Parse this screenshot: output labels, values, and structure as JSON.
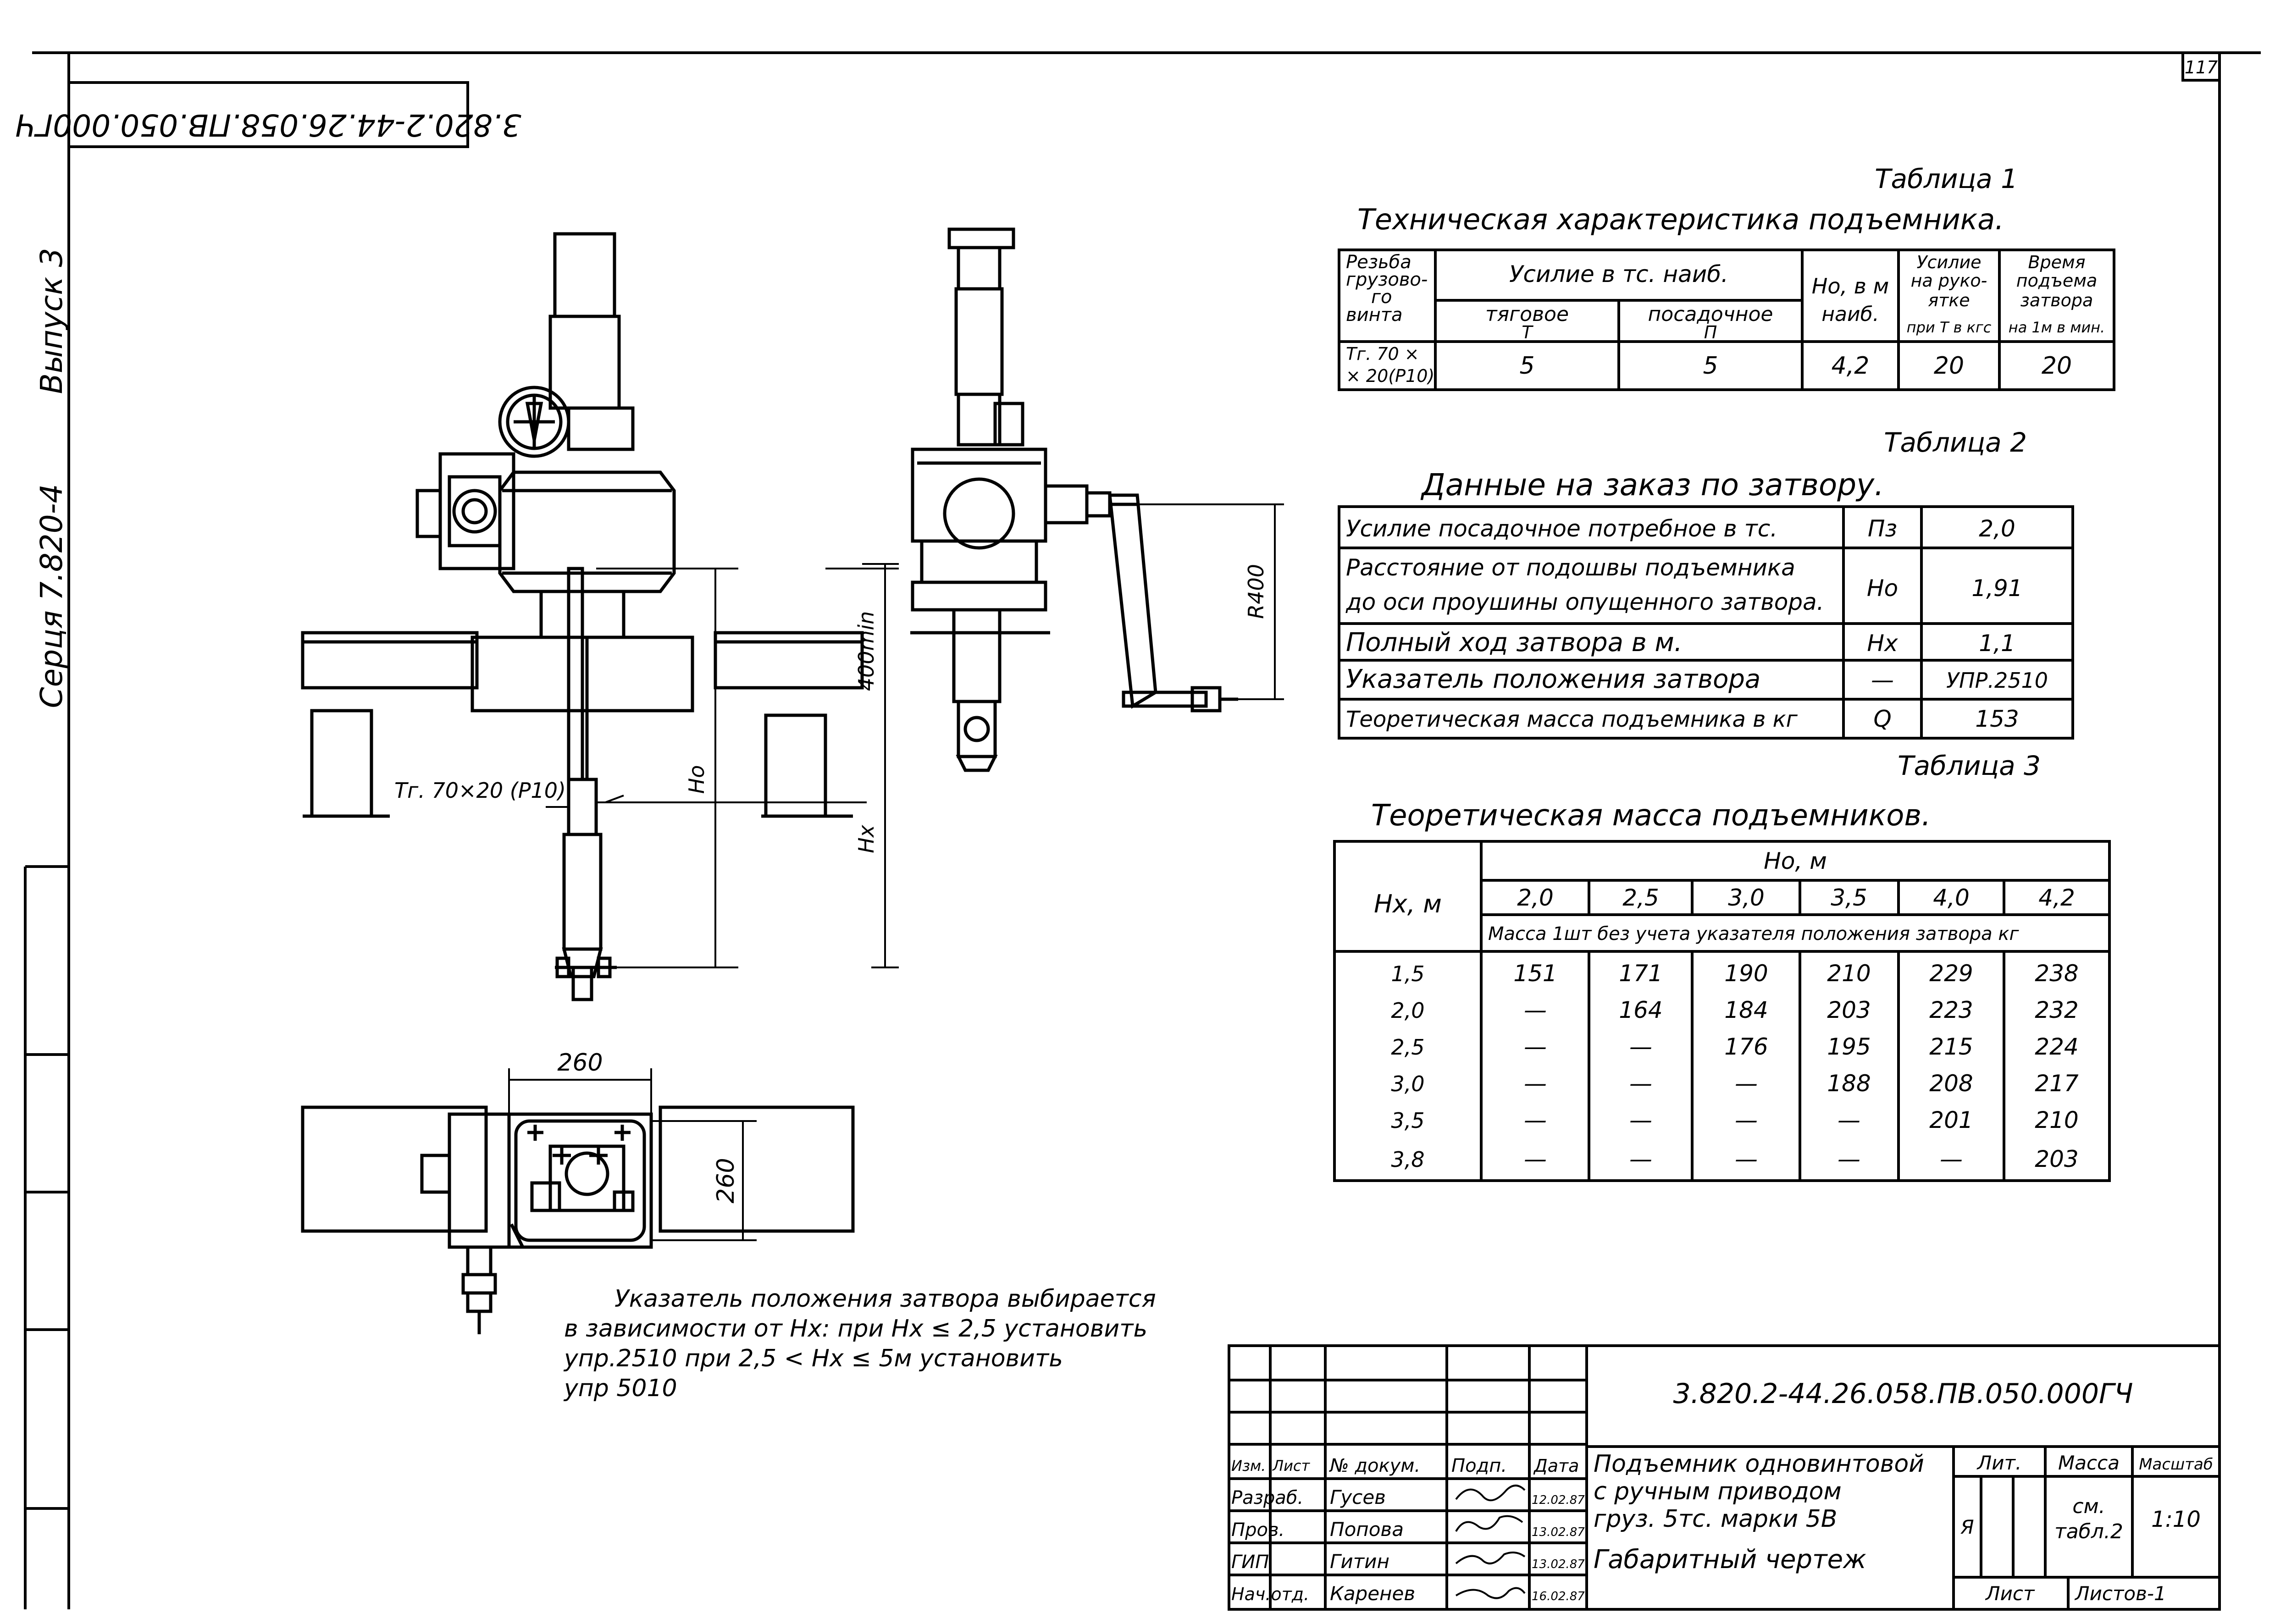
{
  "sheet": {
    "number": "117",
    "code_rotated": "3.820.2-44.26.058.ПВ.050.000ГЧ",
    "series": "Серця 7.820-4",
    "issue": "Выпуск 3"
  },
  "table1": {
    "caption": "Таблица 1",
    "title": "Техническая характеристика подъемника.",
    "col_thread": [
      "Резьба",
      "грузово-",
      "го",
      "винта"
    ],
    "col_force": "Усилие в тс. наиб.",
    "col_traction": "тяговое",
    "col_traction_sym": "Т",
    "col_landing": "посадочное",
    "col_landing_sym": "П",
    "col_ho": [
      "Но, в м",
      "наиб."
    ],
    "col_handle": [
      "Усилие",
      "на руко-",
      "ятке",
      "при Т в кгс"
    ],
    "col_time": [
      "Время",
      "подъема",
      "затвора",
      "на 1м в мин."
    ],
    "row": {
      "thread": [
        "Тг. 70 ×",
        "× 20(Р10)"
      ],
      "traction": "5",
      "landing": "5",
      "ho": "4,2",
      "handle": "20",
      "time": "20"
    }
  },
  "table2": {
    "caption": "Таблица 2",
    "title": "Данные на заказ по затвору.",
    "rows": [
      {
        "label": [
          "Усилие посадочное потребное в тс."
        ],
        "sym": "Пз",
        "value": "2,0"
      },
      {
        "label": [
          "Расстояние от подошвы подъемника",
          "до оси проушины опущенного затвора."
        ],
        "sym": "Но",
        "value": "1,91"
      },
      {
        "label": [
          "Полный ход затвора в м."
        ],
        "sym": "Нх",
        "value": "1,1"
      },
      {
        "label": [
          "Указатель положения затвора"
        ],
        "sym": "—",
        "value": "УПР.2510"
      },
      {
        "label": [
          "Теоретическая масса подъемника в кг"
        ],
        "sym": "Q",
        "value": "153"
      }
    ]
  },
  "table3": {
    "caption": "Таблица 3",
    "title": "Теоретическая масса подъемников.",
    "row_header": "Нх, м",
    "ho_header": "Но, м",
    "ho_values": [
      "2,0",
      "2,5",
      "3,0",
      "3,5",
      "4,0",
      "4,2"
    ],
    "mass_note": "Масса 1шт без учета указателя положения затвора кг",
    "rows": [
      {
        "hx": "1,5",
        "m": [
          "151",
          "171",
          "190",
          "210",
          "229",
          "238"
        ]
      },
      {
        "hx": "2,0",
        "m": [
          "—",
          "164",
          "184",
          "203",
          "223",
          "232"
        ]
      },
      {
        "hx": "2,5",
        "m": [
          "—",
          "—",
          "176",
          "195",
          "215",
          "224"
        ]
      },
      {
        "hx": "3,0",
        "m": [
          "—",
          "—",
          "—",
          "188",
          "208",
          "217"
        ]
      },
      {
        "hx": "3,5",
        "m": [
          "—",
          "—",
          "—",
          "—",
          "201",
          "210"
        ]
      },
      {
        "hx": "3,8",
        "m": [
          "—",
          "—",
          "—",
          "—",
          "—",
          "203"
        ]
      }
    ]
  },
  "drawing": {
    "thread_label": "Тг. 70×20 (Р10)",
    "dim_400min": "400min",
    "dim_ho": "Но",
    "dim_hx": "Нх",
    "dim_r400": "R400",
    "dim_260_w": "260",
    "dim_260_h": "260"
  },
  "note": [
    "Указатель положения затвора выбирается",
    "в зависимости от Нх: при Нх ≤ 2,5 установить",
    "упр.2510 при 2,5 < Нх ≤ 5м установить",
    "упр 5010"
  ],
  "titleblock": {
    "code": "3.820.2-44.26.058.ПВ.050.000ГЧ",
    "name": [
      "Подъемник одновинтовой",
      "с ручным приводом",
      "груз. 5тс. марки 5В"
    ],
    "doc_type": "Габаритный чертеж",
    "lit": "Лит.",
    "mass": "Масса",
    "scale": "Масштаб",
    "lit_value": "Я",
    "mass_value": [
      "см.",
      "табл.2"
    ],
    "scale_value": "1:10",
    "sheet": "Лист",
    "sheets": "Листов-1",
    "head": [
      "Изм.",
      "Лист",
      "№ докум.",
      "Подп.",
      "Дата"
    ],
    "people": [
      {
        "role": "Разраб.",
        "name": "Гусев",
        "date": "12.02.87"
      },
      {
        "role": "Пров.",
        "name": "Попова",
        "date": "13.02.87"
      },
      {
        "role": "ГИП",
        "name": "Гитин",
        "date": "13.02.87"
      },
      {
        "role": "Нач.отд.",
        "name": "Каренев",
        "date": "16.02.87"
      }
    ]
  }
}
